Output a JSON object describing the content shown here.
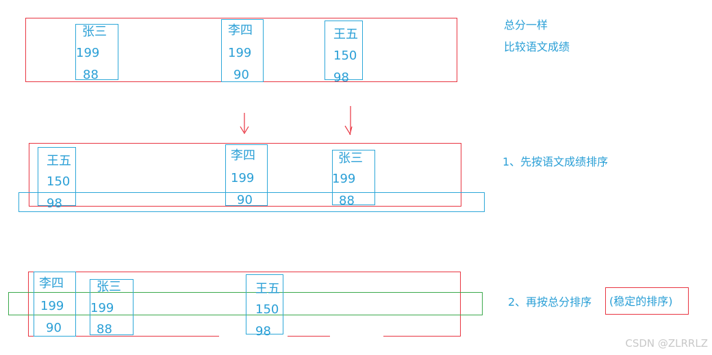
{
  "notes": {
    "top_line1": "总分一样",
    "top_line2": "比较语文成绩",
    "step1": "1、先按语文成绩排序",
    "step2": "2、再按总分排序",
    "step2_tag": "(稳定的排序)"
  },
  "row1": [
    {
      "name": "张三",
      "total": "199",
      "chinese": "88"
    },
    {
      "name": "李四",
      "total": "199",
      "chinese": "90"
    },
    {
      "name": "王五",
      "total": "150",
      "chinese": "98"
    }
  ],
  "row2": [
    {
      "name": "王五",
      "total": "150",
      "chinese": "98"
    },
    {
      "name": "李四",
      "total": "199",
      "chinese": "90"
    },
    {
      "name": "张三",
      "total": "199",
      "chinese": "88"
    }
  ],
  "row3": [
    {
      "name": "李四",
      "total": "199",
      "chinese": "90"
    },
    {
      "name": "张三",
      "total": "199",
      "chinese": "88"
    },
    {
      "name": "王五",
      "total": "150",
      "chinese": "98"
    }
  ],
  "watermark": "CSDN @ZLRRLZ",
  "colors": {
    "red": "#e8333f",
    "blue": "#2aa6d8",
    "green": "#3aa84a",
    "text": "#2a9fd6"
  }
}
